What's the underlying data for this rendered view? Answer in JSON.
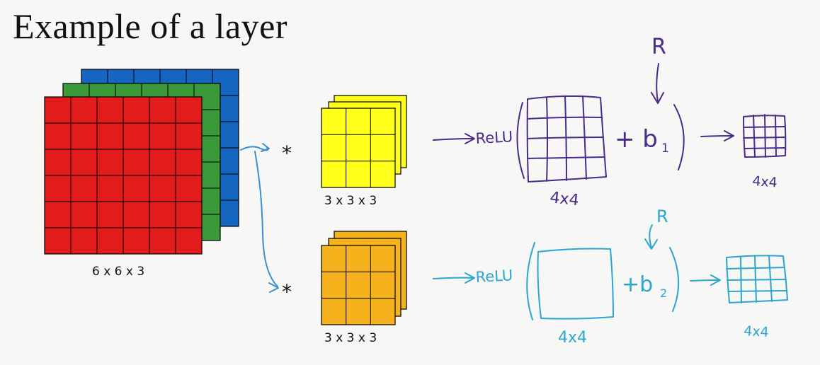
{
  "title": "Example of a layer",
  "input": {
    "label": "6 x 6 x 3",
    "colors": {
      "red": "#e21b1b",
      "green": "#3a9a3a",
      "blue": "#1566c0"
    }
  },
  "filter1": {
    "label": "3 x 3 x 3",
    "color": "#ffff1a",
    "operator": "*"
  },
  "filter2": {
    "label": "3 x 3 x 3",
    "color": "#f5b21c",
    "operator": "*"
  },
  "row1": {
    "relu": "ReLU",
    "bias": "+ b₁",
    "bias_main": "+ b",
    "bias_sub": "1",
    "reals": "R",
    "inner_label": "4x4",
    "output_label": "4x4",
    "ink": "#4a2a8a"
  },
  "row2": {
    "relu": "ReLU",
    "bias_main": "+b",
    "bias_sub": "2",
    "reals": "R",
    "inner_label": "4x4",
    "output_label": "4x4",
    "ink": "#2aa6cf"
  }
}
